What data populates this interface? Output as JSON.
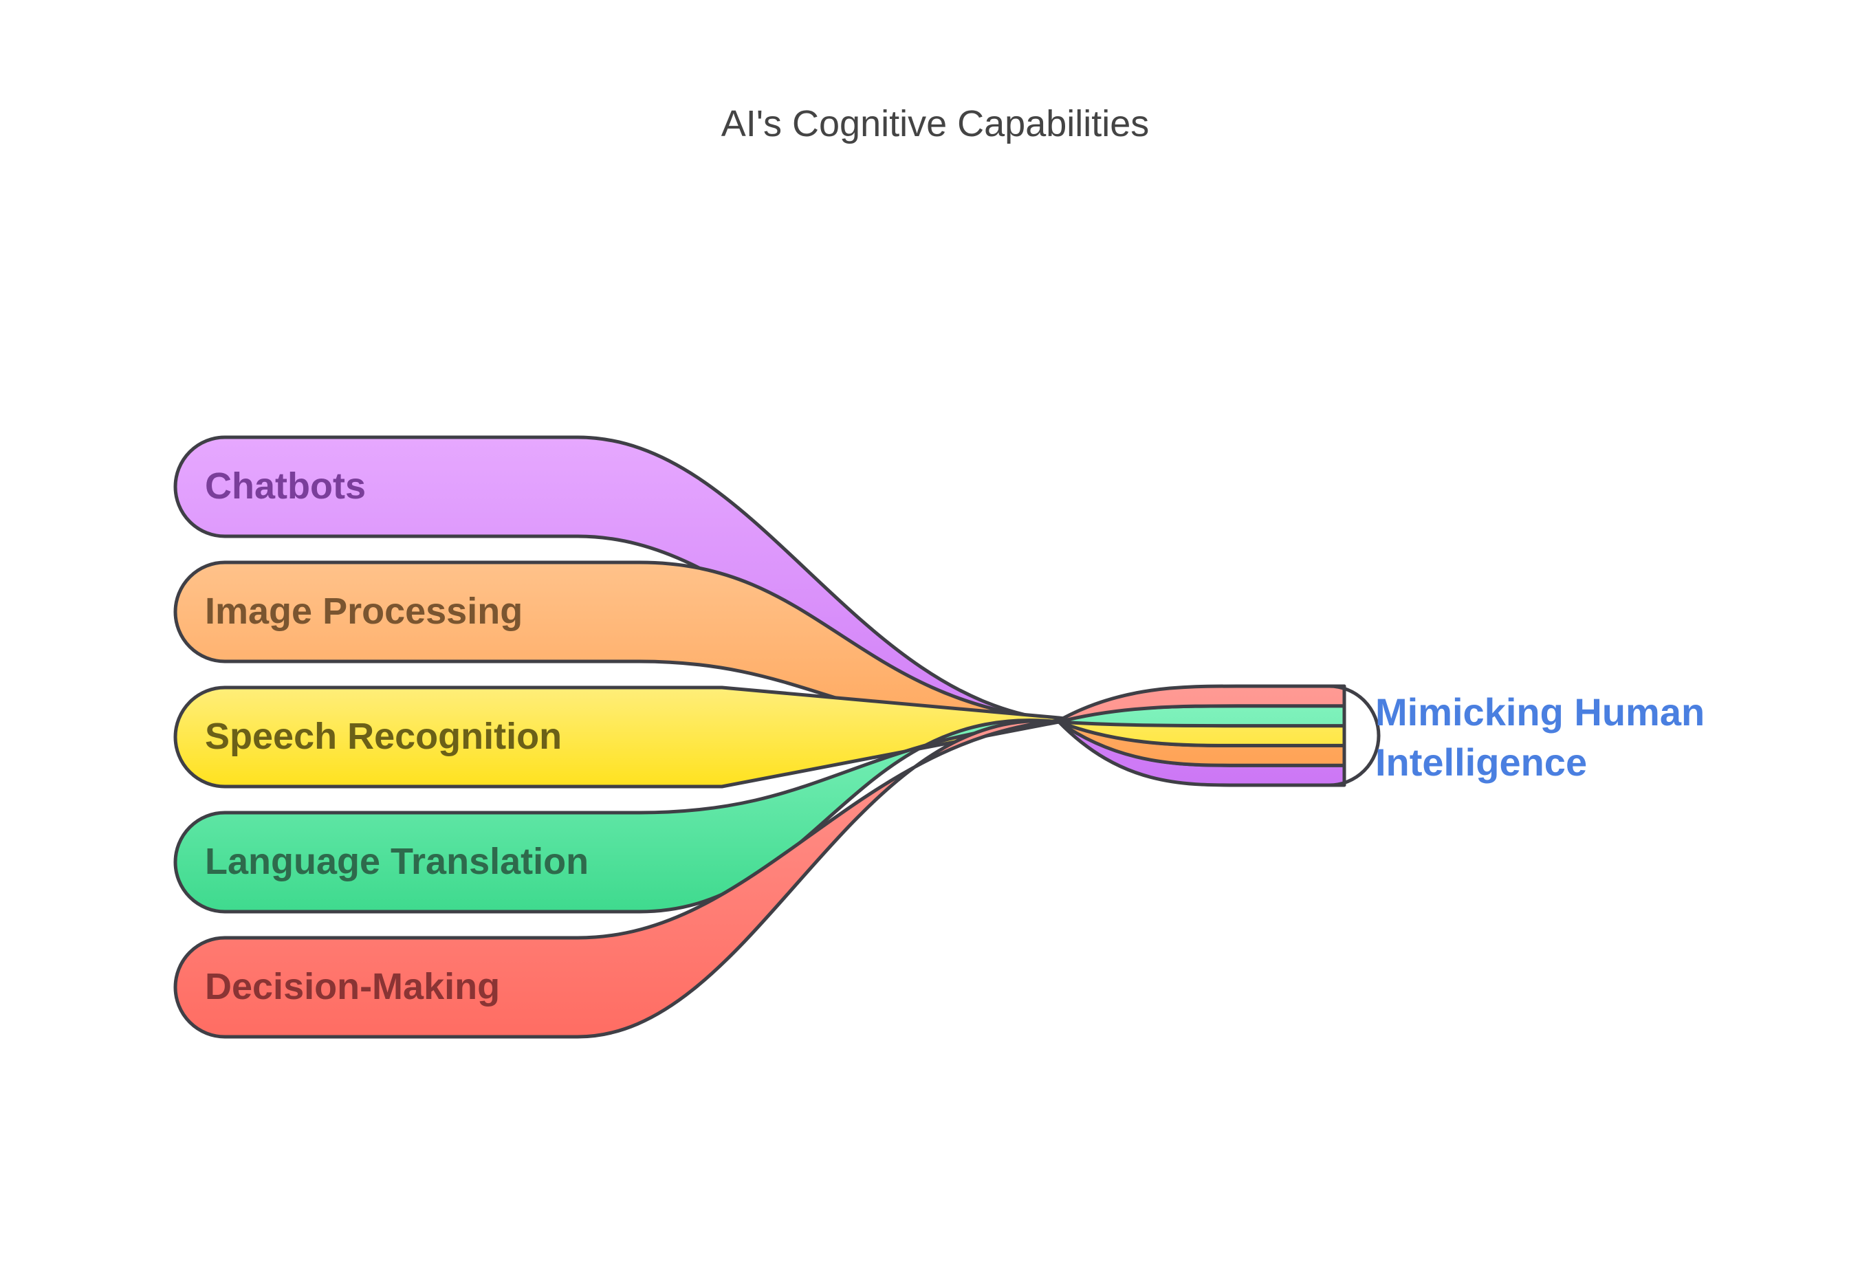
{
  "diagram": {
    "title": "AI's Cognitive Capabilities",
    "items": [
      {
        "label": "Chatbots",
        "fill_top": "#E6A8FF",
        "fill_bottom": "#CC77F5",
        "text_color": "#7A3E9A"
      },
      {
        "label": "Image Processing",
        "fill_top": "#FFC28A",
        "fill_bottom": "#FFA356",
        "text_color": "#7A5530"
      },
      {
        "label": "Speech Recognition",
        "fill_top": "#FFEE7A",
        "fill_bottom": "#FFE21F",
        "text_color": "#6B6018"
      },
      {
        "label": "Language Translation",
        "fill_top": "#7FF2BC",
        "fill_bottom": "#3FDA8E",
        "text_color": "#2E6A4C"
      },
      {
        "label": "Decision-Making",
        "fill_top": "#FF9A94",
        "fill_bottom": "#FF6D63",
        "text_color": "#8A3434"
      }
    ],
    "target": {
      "line1": "Mimicking Human",
      "line2": "Intelligence",
      "color": "#4A7FE0"
    },
    "outline_color": "#3F3F46"
  }
}
